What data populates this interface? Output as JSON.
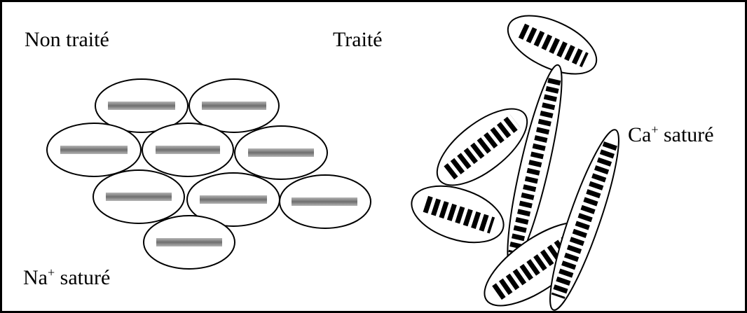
{
  "labels": {
    "untreated": "Non traité",
    "treated": "Traité",
    "na_ion": "Na",
    "na_charge": "+",
    "na_suffix": " saturé",
    "ca_ion": "Ca",
    "ca_charge": "+",
    "ca_suffix": " saturé"
  },
  "colors": {
    "outline": "#000000",
    "gray_bar": "#8a8a8a",
    "background": "#ffffff"
  }
}
